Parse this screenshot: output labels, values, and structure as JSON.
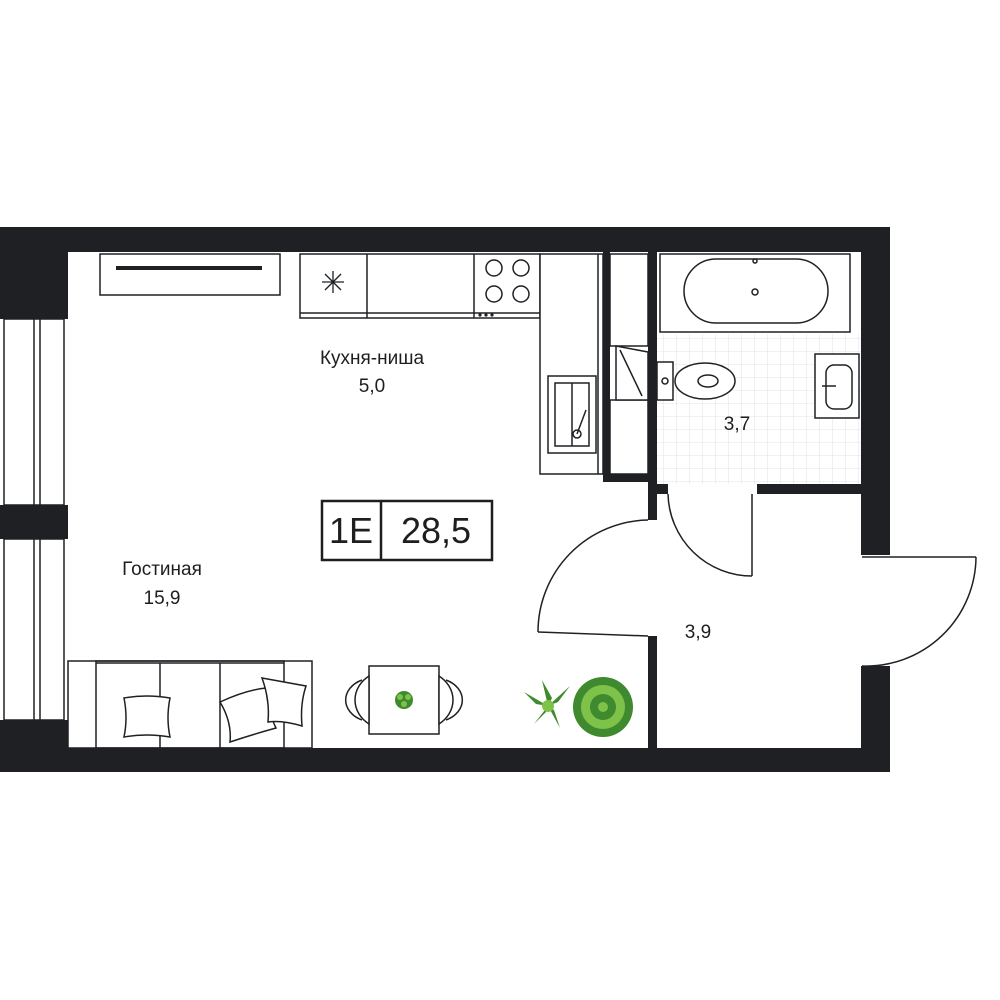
{
  "apartment": {
    "type_code": "1E",
    "total_area": "28,5"
  },
  "rooms": [
    {
      "id": "kitchen",
      "name": "Кухня-ниша",
      "area": "5,0"
    },
    {
      "id": "living",
      "name": "Гостиная",
      "area": "15,9"
    },
    {
      "id": "bathroom",
      "name": "",
      "area": "3,7"
    },
    {
      "id": "hallway",
      "name": "",
      "area": "3,9"
    }
  ],
  "colors": {
    "wall": "#1e2024",
    "background": "#ffffff",
    "line": "#1e2024",
    "plant_dark": "#3f8a2e",
    "plant_light": "#7fc24a",
    "tile_grid": "#c9ccd2"
  },
  "icons": [
    "sofa-icon",
    "pillow-icon",
    "dining-table-icon",
    "chair-icon",
    "plant-icon",
    "bathtub-icon",
    "toilet-icon",
    "sink-icon",
    "stove-icon",
    "fridge-icon",
    "door-swing-icon",
    "window-icon",
    "radiator-icon"
  ]
}
